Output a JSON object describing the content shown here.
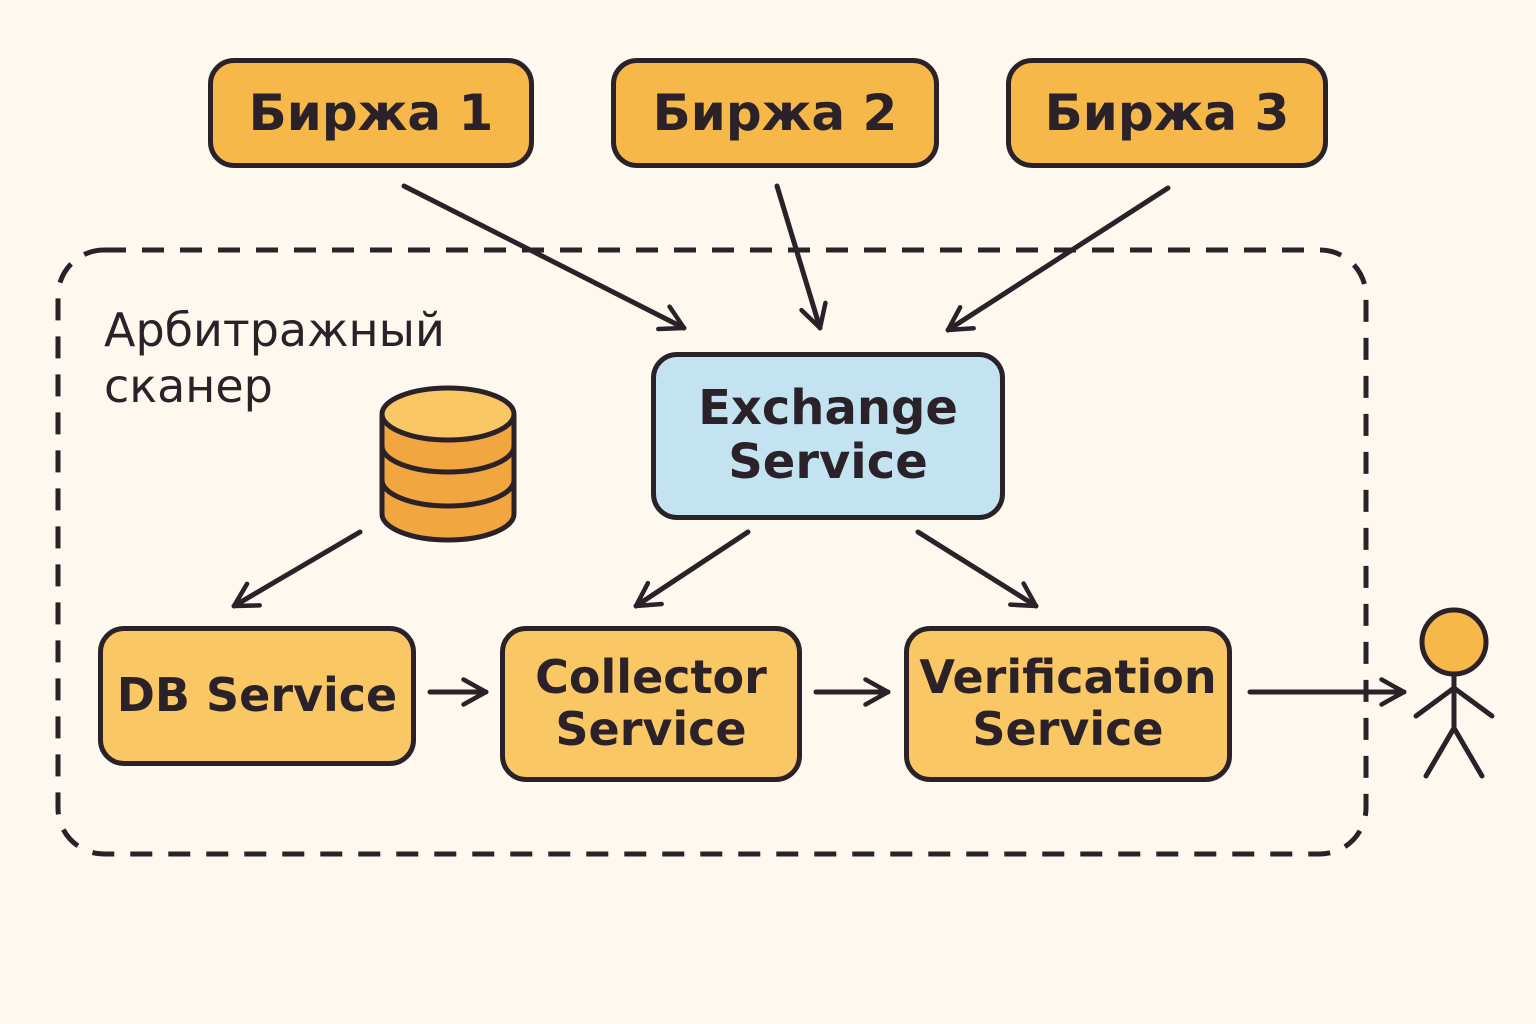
{
  "exchanges": [
    {
      "label": "Биржа 1"
    },
    {
      "label": "Биржа 2"
    },
    {
      "label": "Биржа 3"
    }
  ],
  "group": {
    "label": "Арбитражный\nсканер"
  },
  "services": {
    "exchange": "Exchange Service",
    "db": "DB Service",
    "collector": "Collector Service",
    "verification": "Verification Service"
  },
  "icons": [
    "database-icon",
    "user-icon"
  ],
  "colors": {
    "background": "#fdf9ee",
    "exchange_fill": "#f7b84a",
    "service_fill": "#f9c865",
    "exchange_service_fill": "#c4e3f1",
    "database_fill": "#f2a640",
    "outline": "#2a2228"
  },
  "edges": [
    [
      "exchange-1",
      "exchange-service"
    ],
    [
      "exchange-2",
      "exchange-service"
    ],
    [
      "exchange-3",
      "exchange-service"
    ],
    [
      "database",
      "db-service"
    ],
    [
      "exchange-service",
      "collector-service"
    ],
    [
      "exchange-service",
      "verification-service"
    ],
    [
      "db-service",
      "collector-service"
    ],
    [
      "collector-service",
      "verification-service"
    ],
    [
      "verification-service",
      "user"
    ]
  ]
}
